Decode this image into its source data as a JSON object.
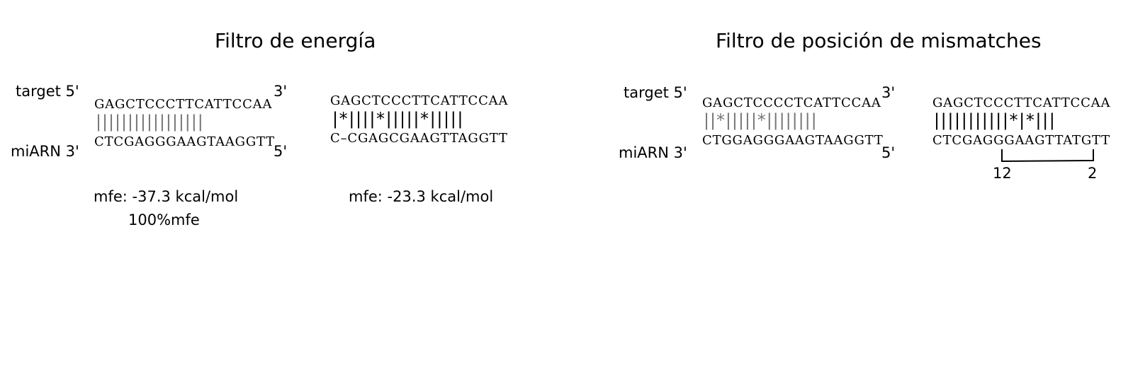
{
  "colors": {
    "text": "#000000",
    "pairs_grey": "#777777"
  },
  "energy_filter": {
    "title": "Filtro de energía",
    "target_label": "target 5'",
    "mirna_label": "miARN 3'",
    "end_3": "3'",
    "end_5": "5'",
    "duplex_a": {
      "target": "GAGCTCCCTTCATTCCAA",
      "pairs": "|||||||||||||||||",
      "mirna": "CTCGAGGGAAGTAAGGTT",
      "mfe": "mfe: -37.3 kcal/mol",
      "note": "100%mfe"
    },
    "duplex_b": {
      "target": "GAGCTCCCTTCATTCCAA",
      "pairs": "|*||||*|||||*|||||",
      "mirna": "C–CGAGCGAAGTTAGGTT",
      "mfe": "mfe: -23.3 kcal/mol"
    }
  },
  "mismatch_filter": {
    "title": "Filtro de posición de mismatches",
    "target_label": "target 5'",
    "mirna_label": "miARN 3'",
    "end_3": "3'",
    "end_5": "5'",
    "duplex_a": {
      "target": "GAGCTCCCCTCATTCCAA",
      "pairs": "||*|||||*||||||||",
      "mirna": "CTGGAGGGAAGTAAGGTT"
    },
    "duplex_b": {
      "target": "GAGCTCCCTTCATTCCAA",
      "pairs": "|||||||||||*|*|||",
      "mirna": "CTCGAGGGAAGTTATGTT",
      "position_start": "12",
      "position_end": "2"
    }
  }
}
